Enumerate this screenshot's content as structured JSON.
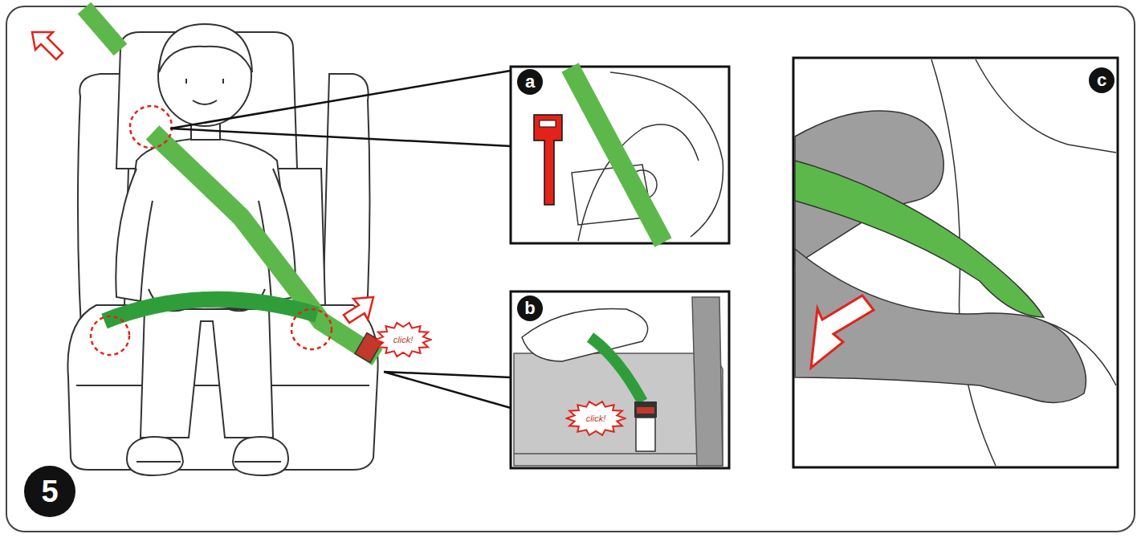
{
  "diagram": {
    "nodes": [
      {
        "text": [
          "5"
        ]
      },
      {
        "text": [
          "a"
        ]
      },
      {
        "text": [
          "b"
        ]
      },
      {
        "text": [
          "c"
        ]
      },
      {
        "text": [
          "click!"
        ]
      },
      {
        "text": [
          "click!"
        ]
      }
    ]
  }
}
